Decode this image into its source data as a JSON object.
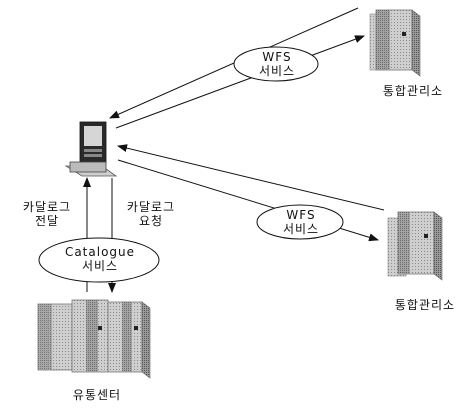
{
  "nodes": {
    "server_top": {
      "label": "통합관리소"
    },
    "server_right": {
      "label": "통합관리소"
    },
    "center": {
      "label": "유통센터"
    }
  },
  "services": {
    "wfs_top": {
      "line1": "WFS",
      "line2": "서비스"
    },
    "wfs_right": {
      "line1": "WFS",
      "line2": "서비스"
    },
    "catalogue": {
      "line1": "Catalogue",
      "line2": "서비스"
    }
  },
  "flows": {
    "deliver": {
      "line1": "카달로그",
      "line2": "전달"
    },
    "request": {
      "line1": "카달로그",
      "line2": "요청"
    }
  },
  "icons": {
    "computer": "desktop-computer-icon",
    "server": "server-tower-icon"
  },
  "colors": {
    "line": "#111111",
    "server_dark": "#6e6e6e",
    "server_mid": "#a9a9a9",
    "server_light": "#d9d9d9"
  }
}
